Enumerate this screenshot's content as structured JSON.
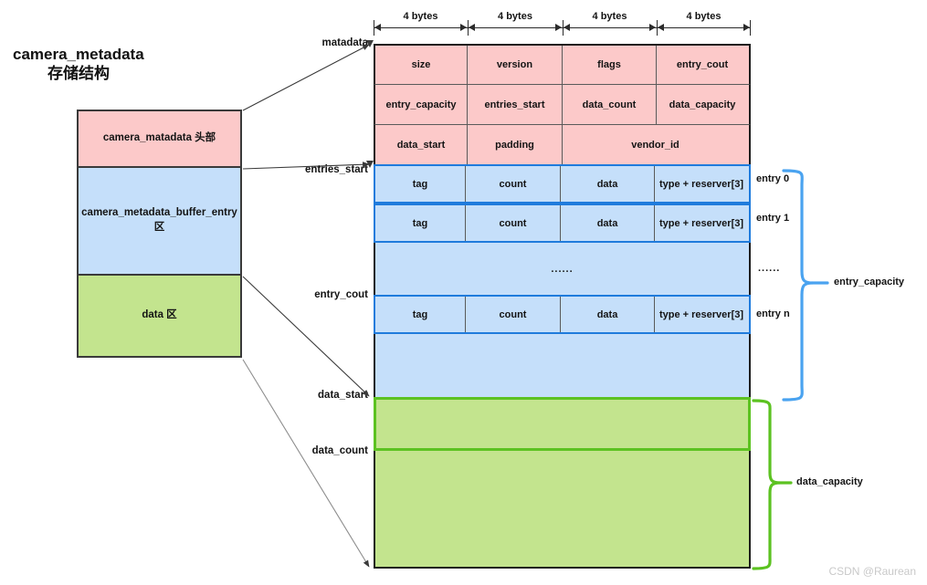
{
  "title": {
    "line1": "camera_metadata",
    "line2": "存储结构"
  },
  "left_blocks": [
    {
      "id": "header",
      "label": "camera_matadata 头部",
      "color": "#fcc9c9"
    },
    {
      "id": "entry",
      "label": "camera_metadata_buffer_entry\n区",
      "label_l1": "camera_metadata_buffer_entry",
      "label_l2": "区",
      "color": "#c5dffa"
    },
    {
      "id": "data",
      "label": "data 区",
      "color": "#c3e48e"
    }
  ],
  "ruler": {
    "segments": [
      {
        "label": "4 bytes"
      },
      {
        "label": "4 bytes"
      },
      {
        "label": "4 bytes"
      },
      {
        "label": "4 bytes"
      }
    ]
  },
  "header_rows": [
    {
      "cells": [
        "size",
        "version",
        "flags",
        "entry_cout"
      ]
    },
    {
      "cells": [
        "entry_capacity",
        "entries_start",
        "data_count",
        "data_capacity"
      ]
    },
    {
      "cells": [
        "data_start",
        "padding",
        "vendor_id"
      ],
      "spans": [
        1,
        1,
        2
      ]
    }
  ],
  "entry_rows": [
    {
      "cells": [
        "tag",
        "count",
        "data",
        "type + reserver[3]"
      ],
      "side_label": "entry 0"
    },
    {
      "cells": [
        "tag",
        "count",
        "data",
        "type + reserver[3]"
      ],
      "side_label": "entry 1"
    },
    {
      "cells": [
        "......"
      ],
      "side_label": "......",
      "ellipsis": true
    },
    {
      "cells": [
        "tag",
        "count",
        "data",
        "type + reserver[3]"
      ],
      "side_label": "entry n"
    }
  ],
  "pointer_labels": [
    {
      "name": "matadata",
      "text": "matadata"
    },
    {
      "name": "entries_start",
      "text": "entries_start"
    },
    {
      "name": "entry_cout",
      "text": "entry_cout"
    },
    {
      "name": "data_start",
      "text": "data_start"
    },
    {
      "name": "data_count",
      "text": "data_count"
    }
  ],
  "brace_labels": [
    {
      "name": "entry_capacity",
      "text": "entry_capacity",
      "color": "#4aa3f0"
    },
    {
      "name": "data_capacity",
      "text": "data_capacity",
      "color": "#5cc221"
    }
  ],
  "watermark": "CSDN @Raurean",
  "colors": {
    "pink": "#fcc9c9",
    "blue": "#c5dffa",
    "green": "#c3e48e",
    "blue_stroke": "#1f7bdc",
    "green_stroke": "#5cc221",
    "dark_stroke": "#1d1d1d"
  }
}
